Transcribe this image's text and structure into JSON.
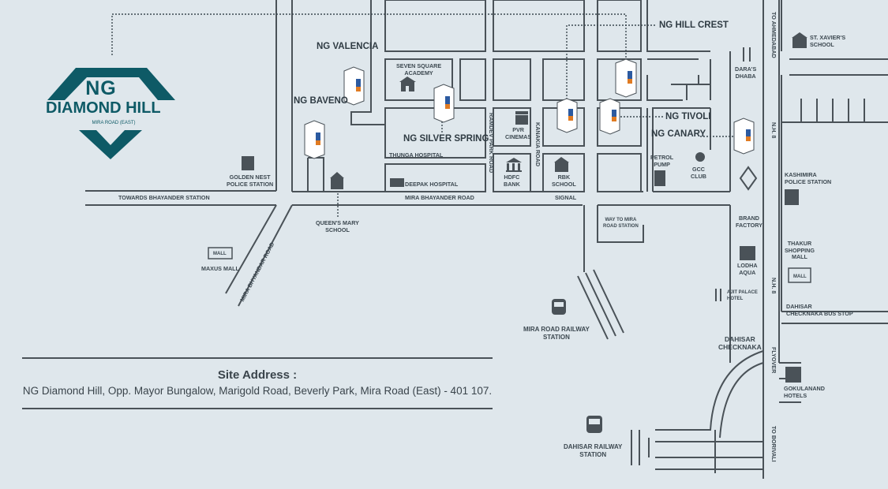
{
  "logo": {
    "ng": "NG",
    "name": "DIAMOND HILL",
    "sub": "MIRA ROAD (EAST)"
  },
  "address": {
    "title": "Site Address :",
    "text": "NG Diamond Hill, Opp. Mayor Bungalow, Marigold Road, Beverly Park, Mira Road (East) - 401 107."
  },
  "projects": {
    "valencia": "NG VALENCIA",
    "baveno": "NG BAVENO",
    "silver_spring": "NG SILVER SPRING",
    "hill_crest": "NG HILL CREST",
    "tivoli": "NG TIVOLI",
    "canary": "NG CANARY"
  },
  "landmarks": {
    "seven_square": "SEVEN SQUARE\nACADEMY",
    "thunga": "THUNGA HOSPITAL",
    "deepak": "DEEPAK HOSPITAL",
    "pvr": "PVR\nCINEMAS",
    "hdfc": "HDFC\nBANK",
    "rbk": "RBK\nSCHOOL",
    "petrol": "PETROL\nPUMP",
    "gcc": "GCC\nCLUB",
    "golden_nest": "GOLDEN NEST\nPOLICE STATION",
    "queens_mary": "QUEEN'S MARY\nSCHOOL",
    "maxus": "MAXUS MALL",
    "daras": "DARA'S\nDHABA",
    "st_xaviers": "ST. XAVIER'S\nSCHOOL",
    "kashimira": "KASHIMIRA\nPOLICE STATION",
    "brand_factory": "BRAND\nFACTORY",
    "lodha": "LODHA\nAQUA",
    "thakur": "THAKUR\nSHOPPING\nMALL",
    "ajit": "AJIT PALACE\nHOTEL",
    "dahisar_bus": "DAHISAR\nCHECKNAKA BUS STOP",
    "dahisar_checknaka": "DAHISAR\nCHECKNAKA",
    "gokulanand": "GOKULANAND\nHOTELS",
    "mira_station": "MIRA ROAD RAILWAY\nSTATION",
    "dahisar_station": "DAHISAR RAILWAY\nSTATION",
    "signal": "SIGNAL",
    "way_to_mira": "WAY TO MIRA\nROAD STATION",
    "mall_tag": "MALL"
  },
  "roads": {
    "towards_bhayander": "TOWARDS BHAYANDER STATION",
    "mira_bhayander": "MIRA BHAYANDER ROAD",
    "mira_bhyandar_diag": "MIRA BHYANDAR ROAD",
    "ramdev": "RAMDEV PARK ROAD",
    "kanakia": "KANAKIA ROAD",
    "to_ahmedabad": "TO AHMEDABAD",
    "nh8_top": "N.H. 8",
    "nh8_mid": "N.H. 8",
    "flyover": "FLYOVER",
    "to_borivali": "TO BORIVALI"
  },
  "colors": {
    "background": "#dfe7ec",
    "road": "#4a5258",
    "brand": "#0e5a66",
    "building": "#ffffff",
    "building_blue": "#2c5aa0",
    "building_orange": "#e07b22"
  }
}
